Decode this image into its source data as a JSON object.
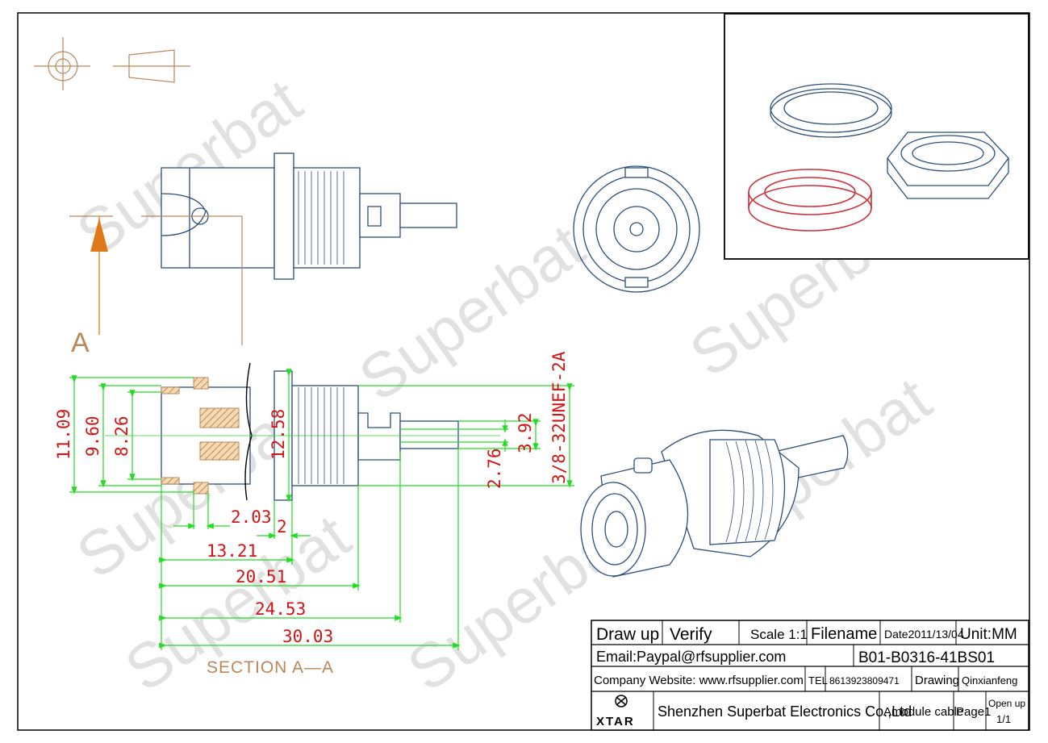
{
  "watermark": "Superbat",
  "section_marker": "A",
  "section_label": "SECTION A—A",
  "dimensions": {
    "d_11_09": "11.09",
    "d_9_60": "9.60",
    "d_8_26": "8.26",
    "d_12_58": "12.58",
    "d_3_92": "3.92",
    "d_2_76": "2.76",
    "thread": "3/8-32UNEF-2A",
    "d_2_03": "2.03",
    "d_2": "2",
    "d_13_21": "13.21",
    "d_20_51": "20.51",
    "d_24_53": "24.53",
    "d_30_03": "30.03"
  },
  "title_block": {
    "draw_up": "Draw up",
    "verify": "Verify",
    "scale": "Scale 1:1",
    "filename": "Filename",
    "date": "Date2011/13/04",
    "unit": "Unit:MM",
    "email": "Email:Paypal@rfsupplier.com",
    "part_number": "B01-B0316-41BS01",
    "website": "Company Website:  www.rfsupplier.com",
    "tel_label": "TEL",
    "tel": "8613923809471",
    "drawing_label": "Drawing",
    "drawer": "Qinxianfeng",
    "logo": "XTAR",
    "company": "Shenzhen Superbat Electronics Co.,Ltd",
    "module": "Amodule cable",
    "page": "Page1",
    "open_up": "Open up",
    "page_of": "1/1"
  },
  "colors": {
    "outline": "#2a4f7c",
    "dimension_line": "#22dd22",
    "dimension_text": "#d01515",
    "annotation": "#b9875a",
    "washer_highlight": "#d0303a"
  }
}
